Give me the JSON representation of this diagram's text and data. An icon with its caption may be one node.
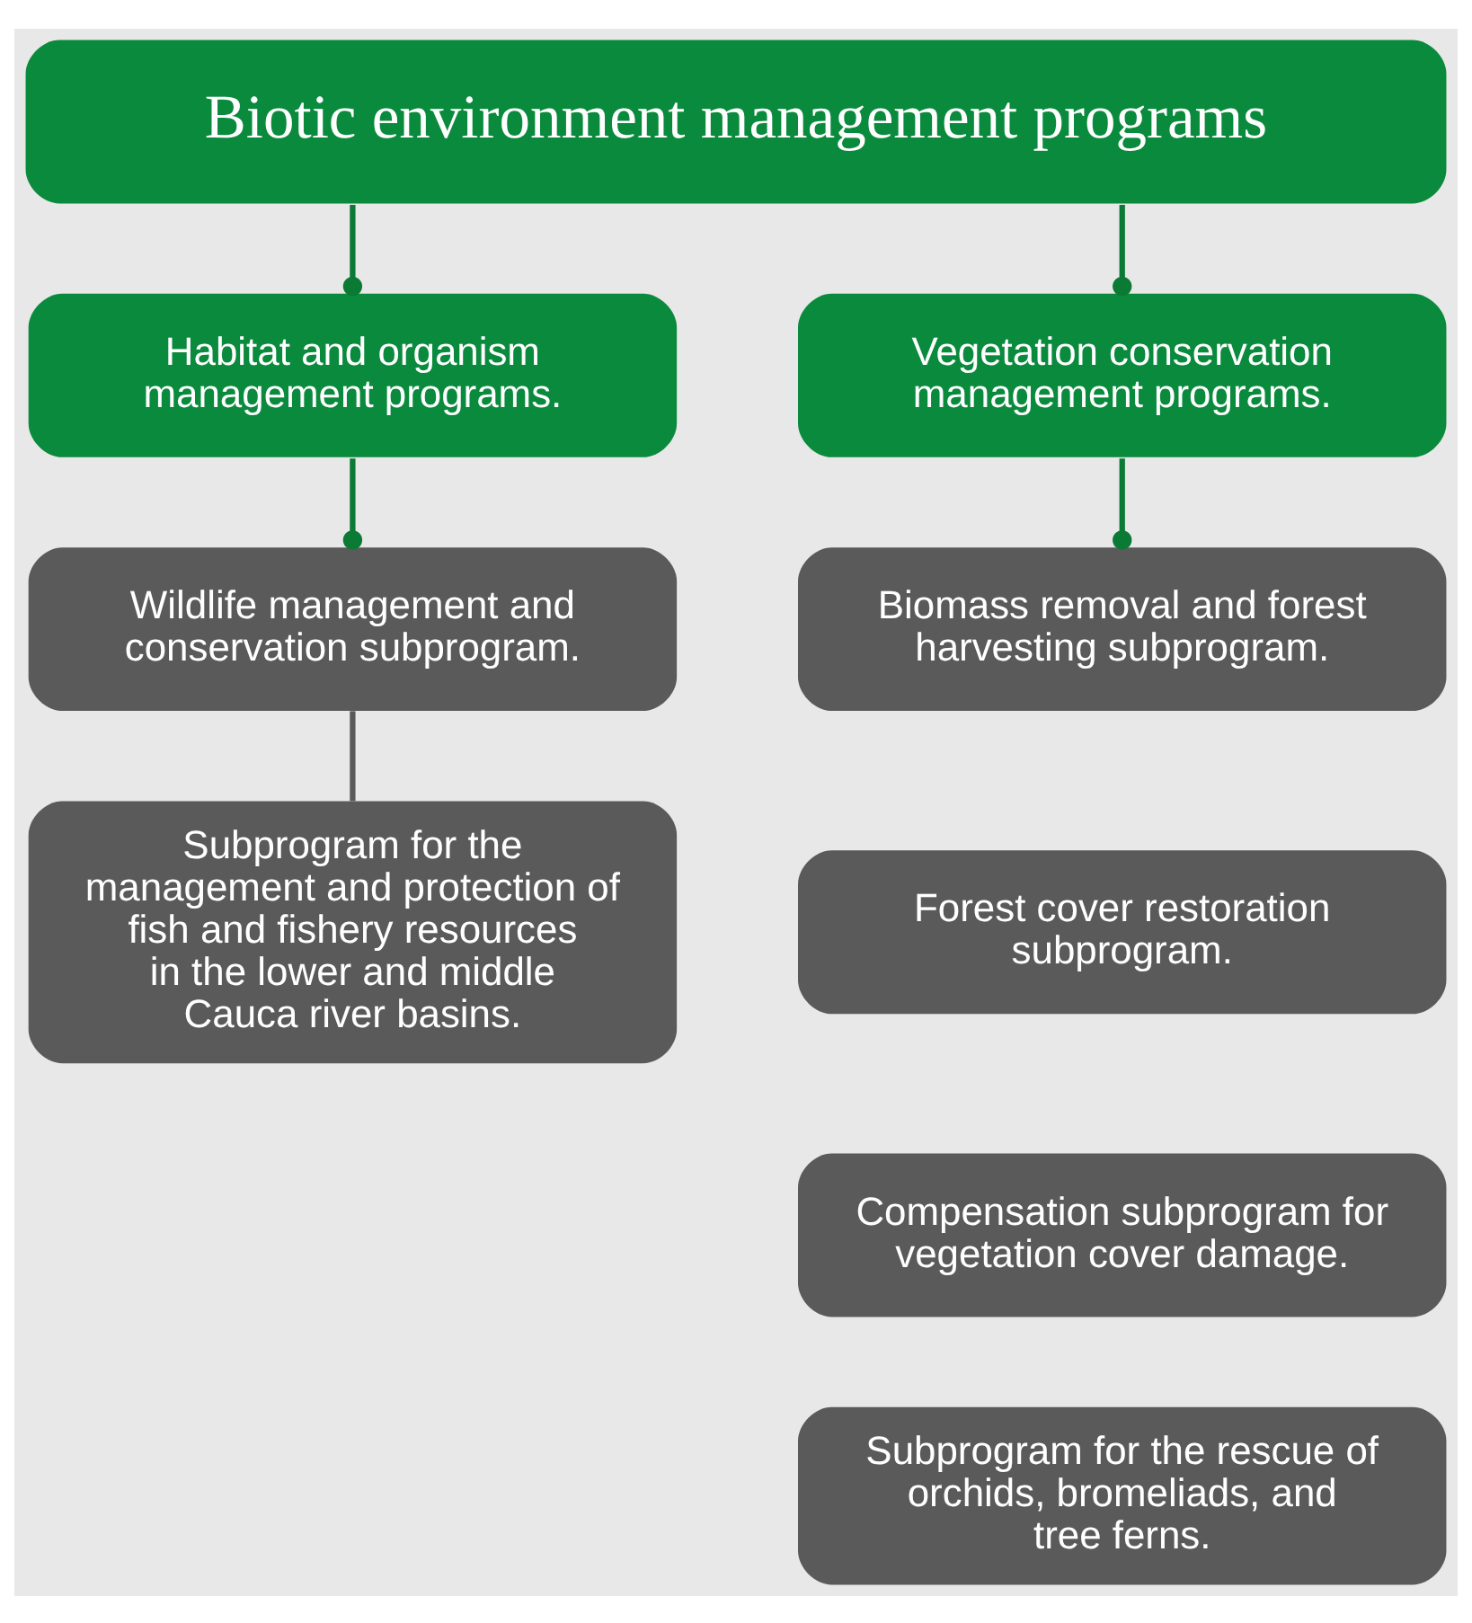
{
  "diagram": {
    "nodes": [
      {
        "text": [
          "Biotic environment management programs"
        ]
      },
      {
        "text": [
          "Habitat and organism management programs."
        ]
      },
      {
        "text": [
          "Vegetation conservation management programs."
        ]
      },
      {
        "text": [
          "Wildlife management and conservation subprogram."
        ]
      },
      {
        "text": [
          "Subprogram for the management and protection of fish and fishery resources in the lower and middle Cauca river basins."
        ]
      },
      {
        "text": [
          "Biomass removal and forest harvesting subprogram."
        ]
      },
      {
        "text": [
          "Forest cover restoration subprogram."
        ]
      },
      {
        "text": [
          "Compensation subprogram for vegetation cover damage."
        ]
      },
      {
        "text": [
          "Subprogram for the rescue of orchids, bromeliads, and tree ferns."
        ]
      }
    ],
    "edges": [
      {
        "from": 0,
        "to": 1,
        "arrow": "other"
      },
      {
        "from": 0,
        "to": 2,
        "arrow": "other"
      },
      {
        "from": 1,
        "to": 3,
        "arrow": "other"
      },
      {
        "from": 2,
        "to": 5,
        "arrow": "other"
      },
      {
        "from": 3,
        "to": 4,
        "arrow": "none"
      }
    ]
  }
}
